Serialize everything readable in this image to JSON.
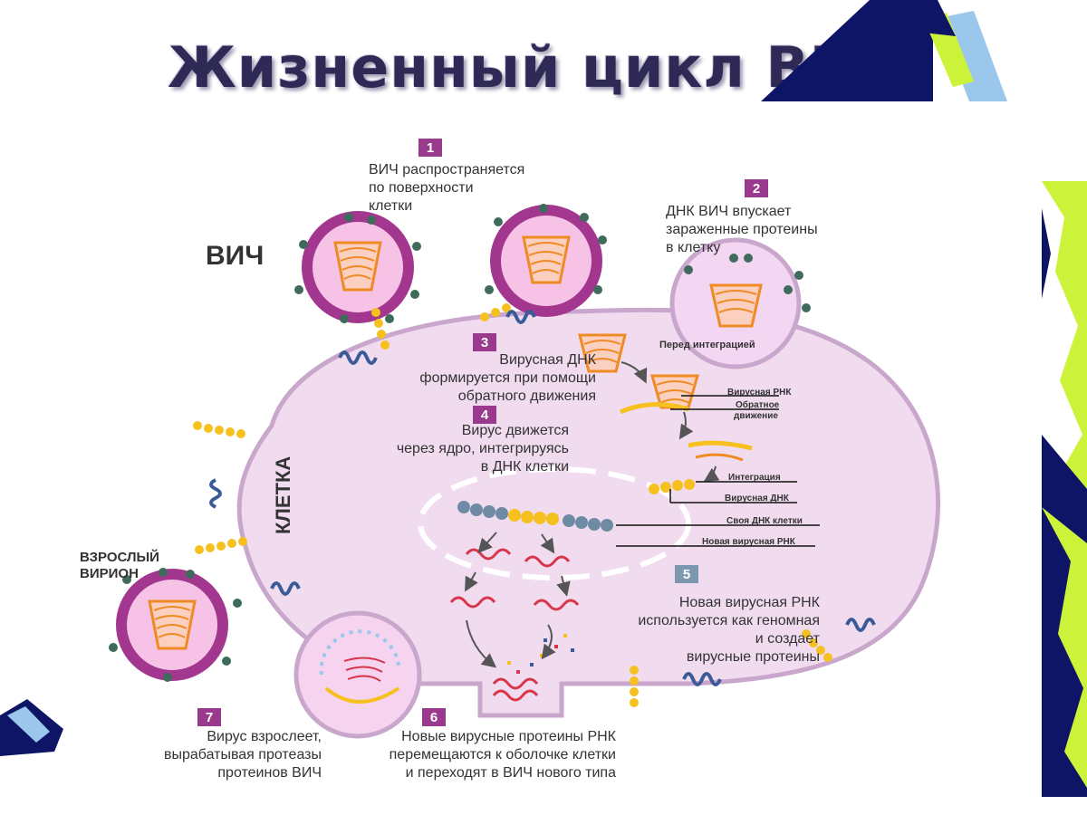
{
  "title": "Жизненный цикл ВИЧ",
  "colors": {
    "cell": "#f1dcef",
    "cell_stroke": "#c9a6cc",
    "virus_outer": "#a3378f",
    "virus_inner": "#f6c3e6",
    "dna_orange": "#f08a24",
    "dna_yellow": "#f6c01e",
    "dna_blue": "#6f8aa3",
    "rna_red": "#d8344a",
    "step_badge": "#9a3a8c",
    "step5_badge": "#7d97b0",
    "decor_navy": "#0e1566",
    "decor_lime": "#cdf23a",
    "decor_sky": "#9cc7ec"
  },
  "labels": {
    "hiv": "ВИЧ",
    "cell": "КЛЕТКА",
    "mature_virion": [
      "ВЗРОСЛЫЙ",
      "ВИРИОН"
    ],
    "before_integration": "Перед интеграцией",
    "viral_rna": "Вирусная РНК",
    "reverse_motion": [
      "Обратное",
      "движение"
    ],
    "integration": "Интеграция",
    "viral_dna": "Вирусная ДНК",
    "own_dna": "Своя ДНК клетки",
    "new_viral_rna": "Новая вирусная РНК"
  },
  "steps": [
    {
      "number": "1",
      "lines": [
        "ВИЧ распространяется",
        "по поверхности",
        "клетки"
      ]
    },
    {
      "number": "2",
      "lines": [
        "ДНК ВИЧ впускает",
        "зараженные протеины",
        "в клетку"
      ]
    },
    {
      "number": "3",
      "lines": [
        "Вирусная ДНК",
        "формируется при помощи",
        "обратного движения"
      ]
    },
    {
      "number": "4",
      "lines": [
        "Вирус движется",
        "через ядро, интегрируясь",
        "в ДНК клетки"
      ]
    },
    {
      "number": "5",
      "lines": [
        "Новая вирусная РНК",
        "используется как геномная",
        "и создает",
        "вирусные протеины"
      ]
    },
    {
      "number": "6",
      "lines": [
        "Новые вирусные протеины РНК",
        "перемещаются к оболочке клетки",
        "и переходят в ВИЧ нового типа"
      ]
    },
    {
      "number": "7",
      "lines": [
        "Вирус взрослеет,",
        "вырабатывая протеазы",
        "протеинов ВИЧ"
      ]
    }
  ]
}
